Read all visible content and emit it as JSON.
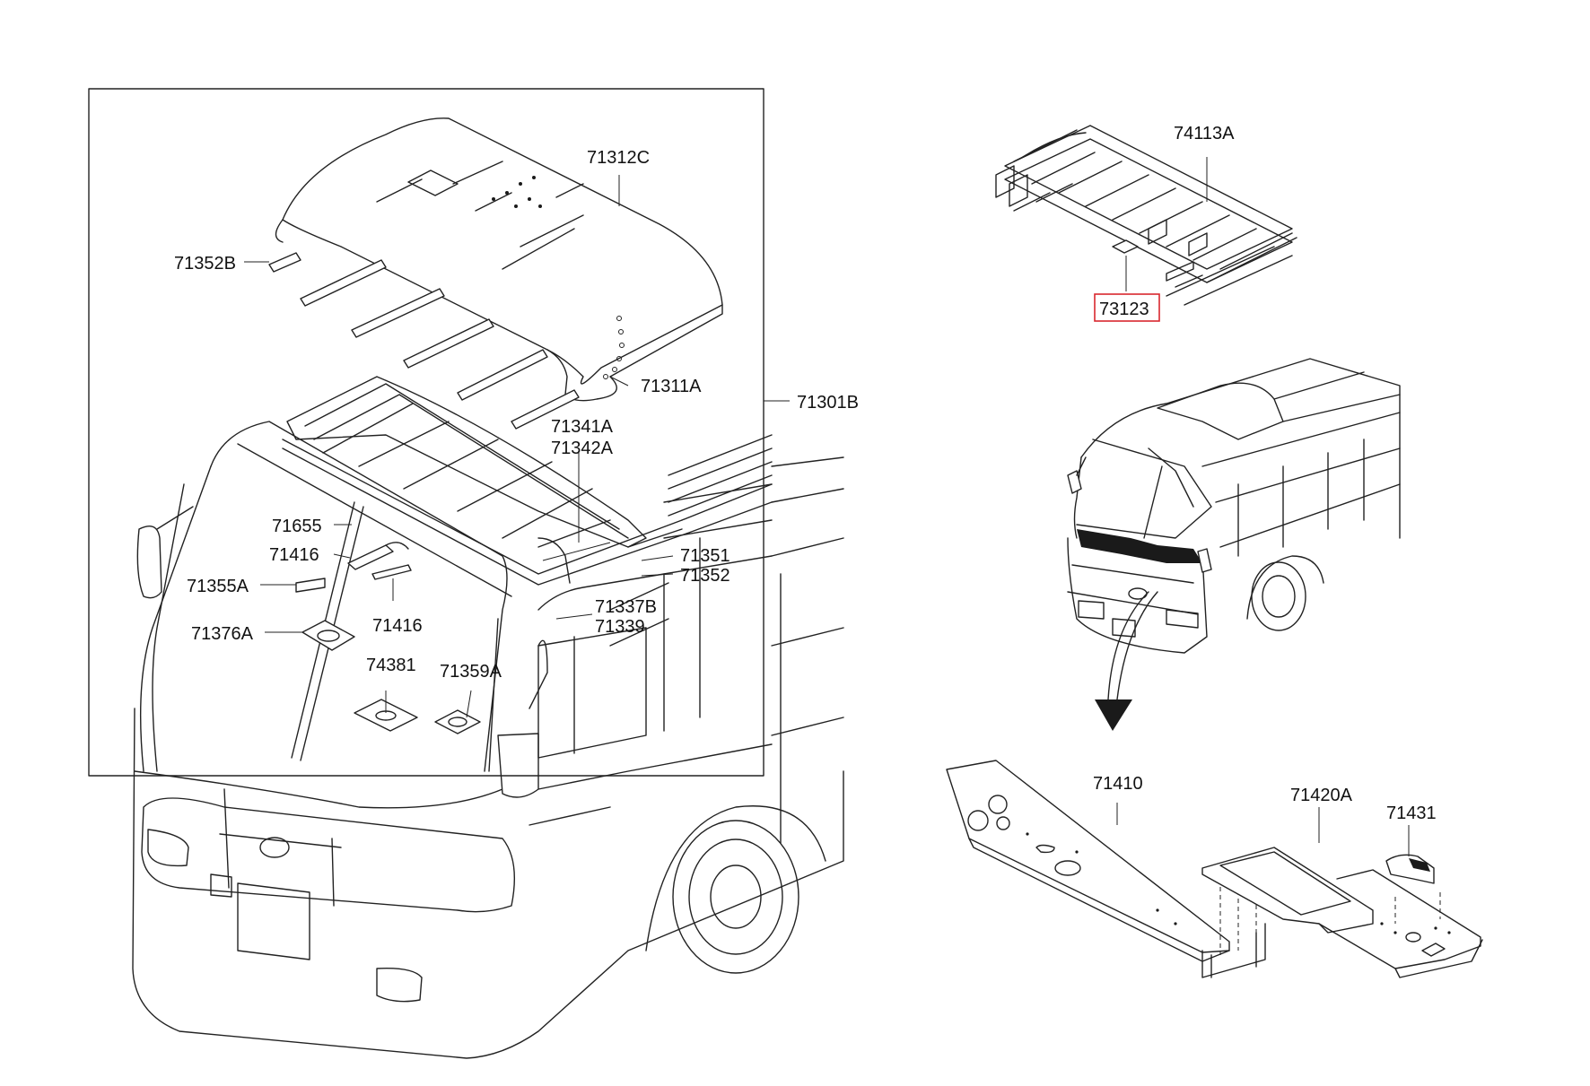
{
  "colors": {
    "line": "#222222",
    "background": "#ffffff",
    "highlight_box": "#d9272e"
  },
  "highlighted_part": "73123",
  "labels": {
    "l71312C": "71312C",
    "l71352B": "71352B",
    "l71311A": "71311A",
    "l71301B": "71301B",
    "l71341A": "71341A",
    "l71342A": "71342A",
    "l71655": "71655",
    "l71416a": "71416",
    "l71355A": "71355A",
    "l71416b": "71416",
    "l71376A": "71376A",
    "l71351": "71351",
    "l71352": "71352",
    "l71337B": "71337B",
    "l71339": "71339",
    "l74381": "74381",
    "l71359A": "71359A",
    "l74113A": "74113A",
    "l73123": "73123",
    "l71410": "71410",
    "l71420A": "71420A",
    "l71431": "71431"
  }
}
